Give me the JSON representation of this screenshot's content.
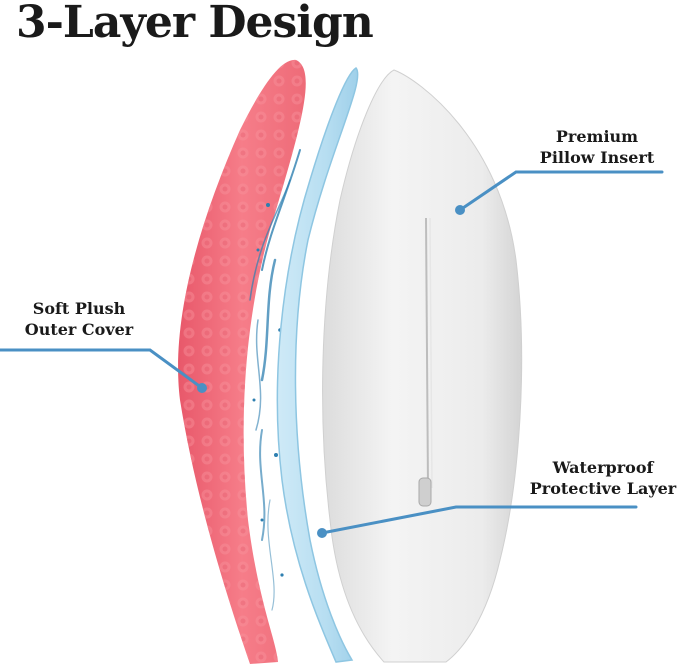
{
  "title": "3-Layer Design",
  "labels": {
    "premium": {
      "line1": "Premium",
      "line2": "Pillow Insert"
    },
    "soft": {
      "line1": "Soft Plush",
      "line2": "Outer Cover"
    },
    "waterproof": {
      "line1": "Waterproof",
      "line2": "Protective Layer"
    }
  },
  "colors": {
    "callout_line": "#4a90c4",
    "outer_cover": "#f2707c",
    "waterproof_layer": "#bde2f3",
    "insert": "#ededed",
    "water_splash": "#2e7fb0"
  }
}
